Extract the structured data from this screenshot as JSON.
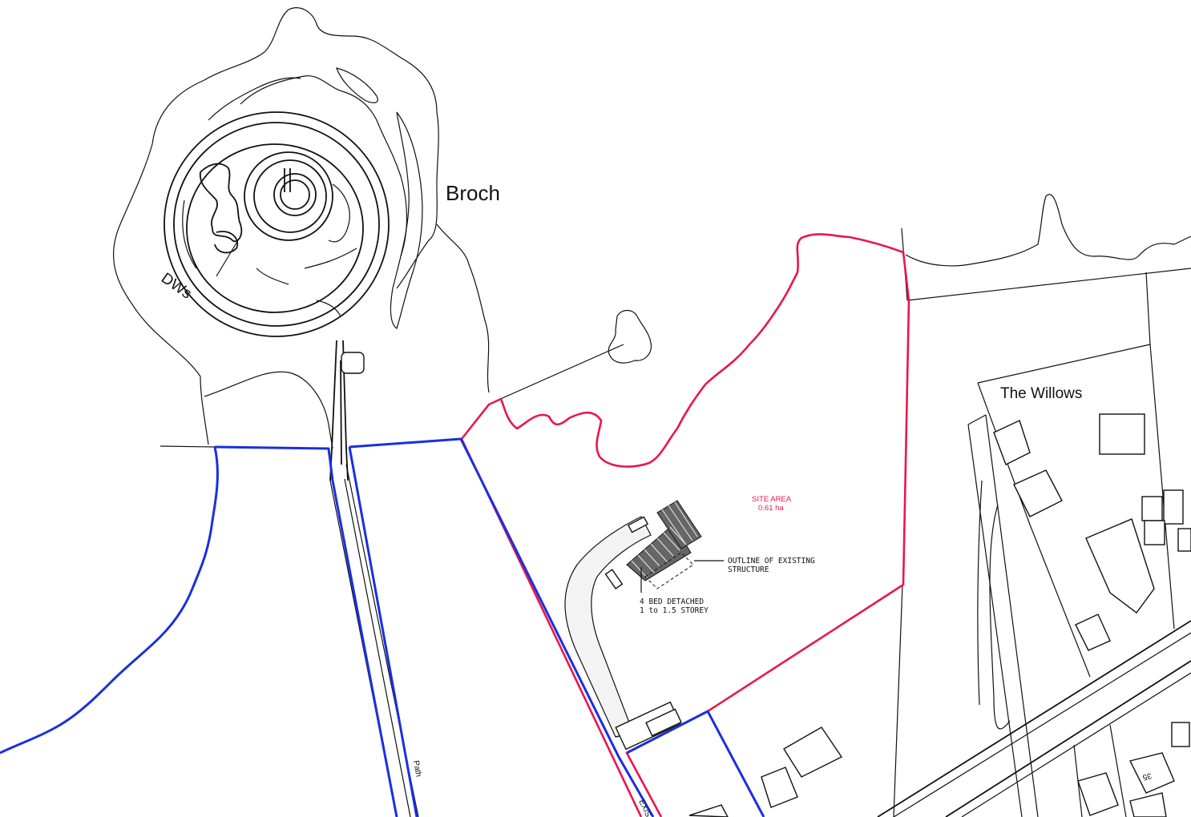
{
  "map": {
    "labels": {
      "broch": "Broch",
      "dws": "DWs",
      "the_willows": "The Willows",
      "site_area_title": "SITE AREA",
      "site_area_value": "0.61 ha",
      "existing_structure_line1": "OUTLINE OF EXISTING",
      "existing_structure_line2": "STRUCTURE",
      "house_type_line1": "4 BED DETACHED",
      "house_type_line2": "1 to 1.5 STOREY",
      "path": "Path",
      "house_number": "35",
      "existing_access": "EXIS"
    },
    "colors": {
      "site_boundary": "#e8174a",
      "ownership_boundary": "#1a2fe0",
      "linework": "#111111"
    }
  }
}
